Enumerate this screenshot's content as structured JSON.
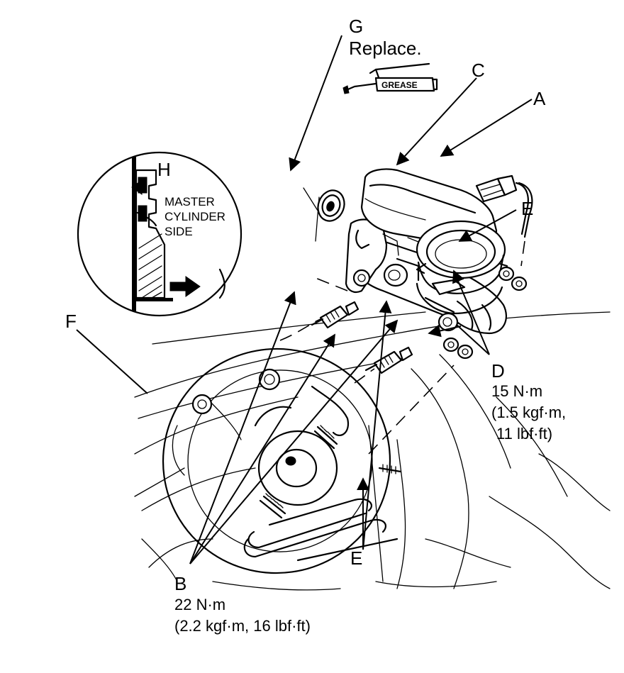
{
  "labels": {
    "a": "A",
    "b": "B",
    "c": "C",
    "d": "D",
    "e_top": "E",
    "e_bottom": "E",
    "f": "F",
    "g": "G",
    "h": "H"
  },
  "notes": {
    "g_note": "Replace."
  },
  "torque_d": {
    "line1": "15 N·m",
    "line2": "(1.5 kgf·m,",
    "line3": "11 lbf·ft)"
  },
  "torque_b": {
    "line1": "22 N·m",
    "line2": "(2.2 kgf·m, 16 lbf·ft)"
  },
  "grease": {
    "label": "GREASE"
  },
  "inset": {
    "line1": "MASTER",
    "line2": "CYLINDER",
    "line3": "SIDE"
  }
}
